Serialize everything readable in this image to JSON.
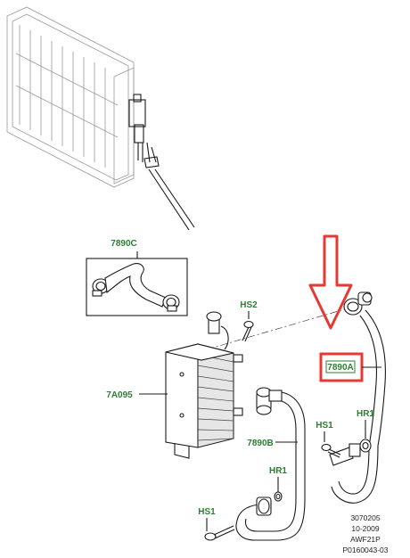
{
  "labels": {
    "callout_7890c": "7890C",
    "callout_hs2": "HS2",
    "callout_7a095": "7A095",
    "callout_7890a": "7890A",
    "callout_hr1_right": "HR1",
    "callout_hs1_right": "HS1",
    "callout_7890b": "7890B",
    "callout_hr1_bottom": "HR1",
    "callout_hs1_bottom": "HS1"
  },
  "reference": {
    "line1": "3070205",
    "line2": "10-2009",
    "line3": "AWF21P",
    "line4": "P0160043-03"
  },
  "colors": {
    "label_green": "#2e7d32",
    "highlight_red": "#e53935",
    "line_black": "#1a1a1a"
  }
}
